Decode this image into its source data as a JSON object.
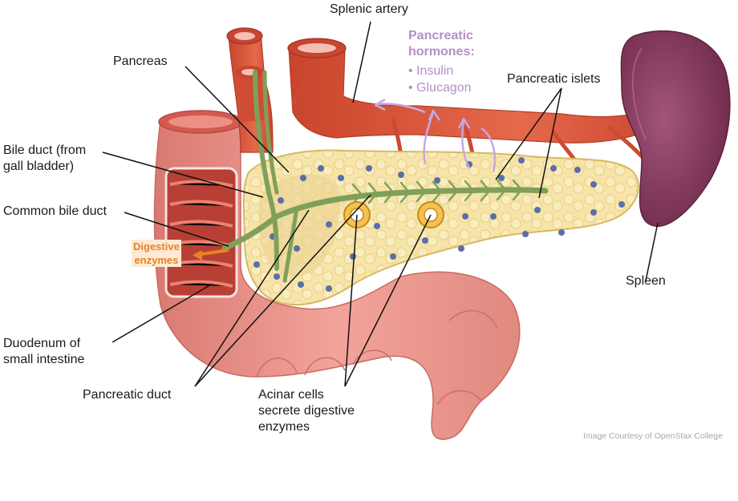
{
  "labels": {
    "splenic_artery": "Splenic artery",
    "pancreas": "Pancreas",
    "bile_duct": "Bile duct (from\ngall bladder)",
    "common_bile_duct": "Common bile duct",
    "duodenum": "Duodenum of\nsmall intestine",
    "pancreatic_duct": "Pancreatic duct",
    "acinar_cells": "Acinar cells\nsecrete digestive\nenzymes",
    "pancreatic_islets": "Pancreatic islets",
    "spleen": "Spleen",
    "digestive_enzymes": "Digestive\nenzymes"
  },
  "hormones": {
    "title": "Pancreatic\nhormones:",
    "items": [
      "• Insulin",
      "• Glucagon"
    ]
  },
  "credit": "Image Courtesy of OpenStax College",
  "colors": {
    "artery": "#d9553a",
    "pancreas": "#f3dfa0",
    "duodenum": "#e98f86",
    "spleen": "#8a3b5e",
    "duct": "#7fa05a",
    "hormone": "#b48fc8",
    "enzyme": "#e8821f"
  }
}
